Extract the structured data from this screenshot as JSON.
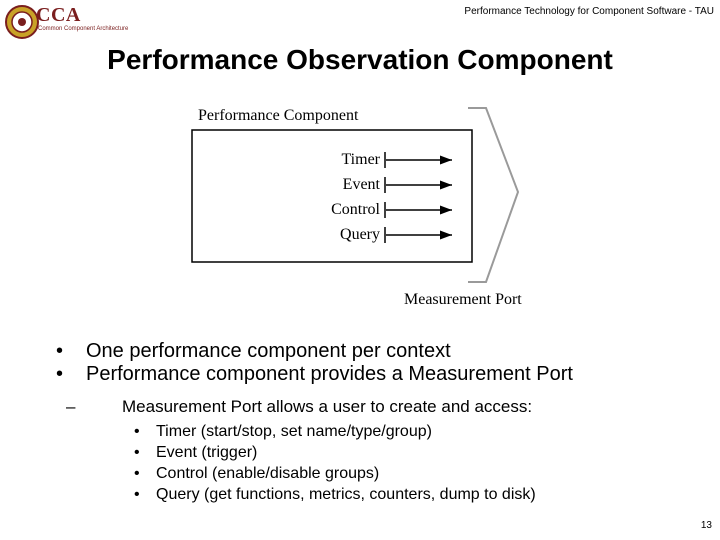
{
  "header": {
    "logo_text": "CCA",
    "logo_subtitle": "Common Component Architecture",
    "running_title": "Performance Technology for Component Software - TAU"
  },
  "slide": {
    "title": "Performance Observation Component",
    "page_number": "13"
  },
  "diagram": {
    "component_label": "Performance Component",
    "ports": [
      "Timer",
      "Event",
      "Control",
      "Query"
    ],
    "port_label": "Measurement Port",
    "colors": {
      "stroke": "#000000",
      "port_outline": "#9a9a9a"
    }
  },
  "bullets": {
    "level1": [
      "One performance component per context",
      "Performance component provides a Measurement Port"
    ],
    "level2": "Measurement Port allows a user to create and access:",
    "level3": [
      "Timer (start/stop, set name/type/group)",
      "Event (trigger)",
      "Control (enable/disable groups)",
      "Query (get functions, metrics, counters, dump to disk)"
    ]
  }
}
